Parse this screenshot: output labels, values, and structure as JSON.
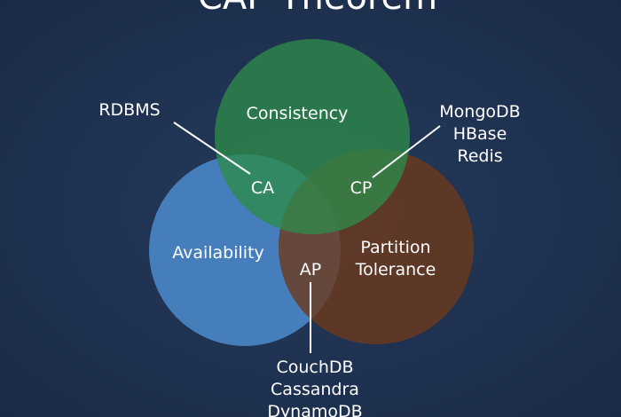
{
  "title": "CAP Theorem",
  "circles": {
    "consistency": {
      "label": "Consistency",
      "color": "#2e8a4a"
    },
    "availability": {
      "label": "Availability",
      "color": "#4a84c6"
    },
    "partition": {
      "label_line1": "Partition",
      "label_line2": "Tolerance",
      "color": "#6e3a1c"
    }
  },
  "intersections": {
    "ca": "CA",
    "cp": "CP",
    "ap": "AP"
  },
  "systems": {
    "ca": [
      "RDBMS"
    ],
    "cp": [
      "MongoDB",
      "HBase",
      "Redis"
    ],
    "ap": [
      "CouchDB",
      "Cassandra",
      "DynamoDB"
    ]
  },
  "colors": {
    "background": "#1f3352",
    "text": "#ffffff"
  }
}
